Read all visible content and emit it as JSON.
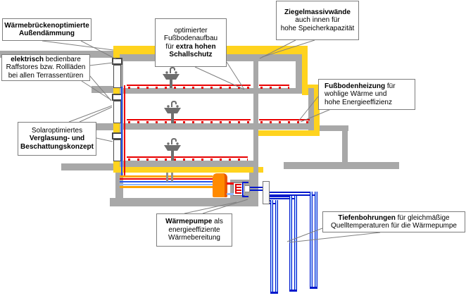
{
  "diagram": {
    "subject": "Gebäudeschnitt Energiekonzept",
    "labels": {
      "insulation": {
        "l1b": "Wärmebrückenoptimierte",
        "l2b": "Außendämmung"
      },
      "shutters": {
        "l1b": "elektrisch",
        "l1": " bedienbare",
        "l2": "Raffstores bzw. Rollläden",
        "l3": "bei allen Terrassentüren"
      },
      "floor_build": {
        "l1": "optimierter",
        "l2": "Fußbodenaufbau",
        "l3": "für ",
        "l3b": "extra hohen",
        "l4b": "Schallschutz"
      },
      "brick_walls": {
        "l1b": "Ziegelmassivwände",
        "l2": "auch innen für",
        "l3": "hohe Speicherkapazität"
      },
      "floor_heating": {
        "l1b": "Fußbodenheizung",
        "l1": " für",
        "l2": "wohlige Wärme und",
        "l3": "hohe Energieeffizienz"
      },
      "glazing": {
        "l1": "Solaroptimiertes",
        "l2b": "Verglasung- und",
        "l3b": "Beschattungskonzept"
      },
      "heat_pump": {
        "l1b": "Wärmepumpe",
        "l1": " als",
        "l2": "energieeffiziente",
        "l3": "Wärmebereitung"
      },
      "boreholes": {
        "l1b": "Tiefenbohrungen",
        "l1": " für gleichmäßige",
        "l2": "Quelltemperaturen für die Wärmepumpe"
      }
    },
    "colors": {
      "insulation_yellow": "#ffd31e",
      "wall_gray": "#a8a8a8",
      "heating_red": "#e80000",
      "warm_pipe_orange": "#ffa200",
      "cold_pipe_blue": "#2255ee",
      "return_pipe_lightblue": "#8fb8ff",
      "borehole_blue": "#0018cc",
      "tank_orange": "#ff8a00"
    }
  }
}
